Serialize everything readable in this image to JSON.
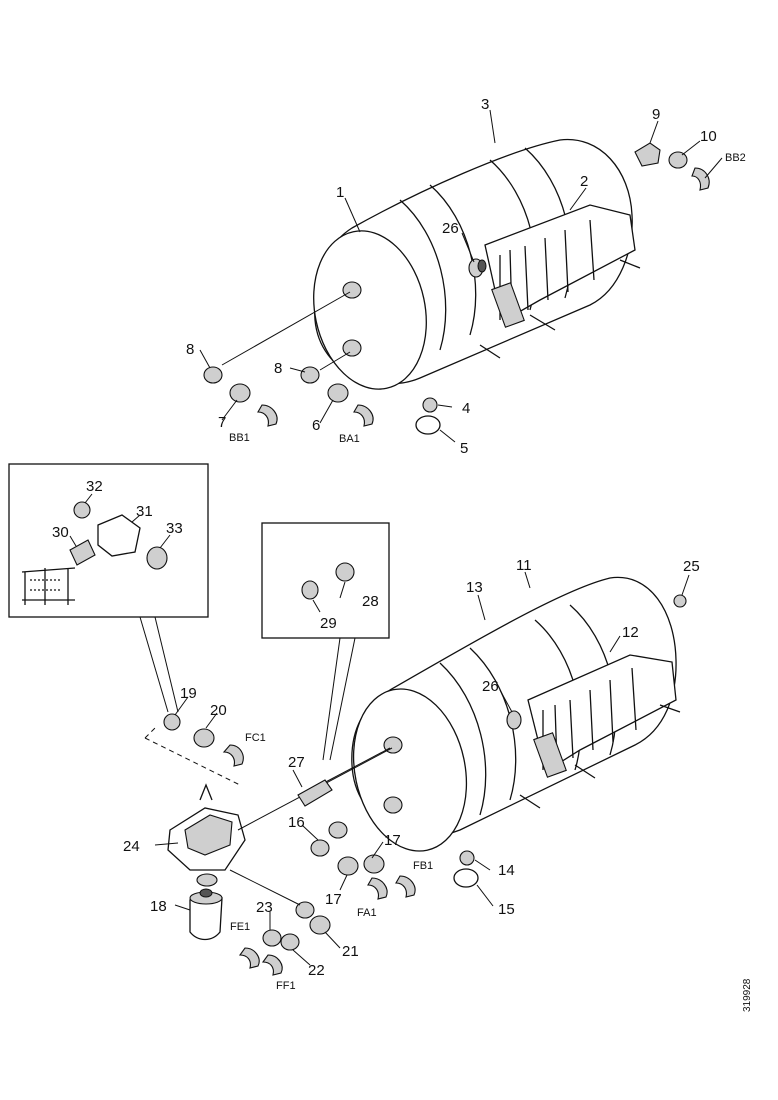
{
  "figure_id": "319928",
  "parts": {
    "p1": "1",
    "p2": "2",
    "p3": "3",
    "p4": "4",
    "p5": "5",
    "p6": "6",
    "p7": "7",
    "p8a": "8",
    "p8b": "8",
    "p9": "9",
    "p10": "10",
    "p11": "11",
    "p12": "12",
    "p13": "13",
    "p14": "14",
    "p15": "15",
    "p16": "16",
    "p17a": "17",
    "p17b": "17",
    "p18": "18",
    "p19": "19",
    "p20": "20",
    "p21": "21",
    "p22": "22",
    "p23": "23",
    "p24": "24",
    "p25": "25",
    "p26a": "26",
    "p26b": "26",
    "p27": "27",
    "p28": "28",
    "p29": "29",
    "p30": "30",
    "p31": "31",
    "p32": "32",
    "p33": "33"
  },
  "connections": {
    "bb2": "BB2",
    "bb1": "BB1",
    "ba1": "BA1",
    "fc1": "FC1",
    "fb1_right": "FB1",
    "fa1": "FA1",
    "fe1": "FE1",
    "ff1": "FF1"
  }
}
